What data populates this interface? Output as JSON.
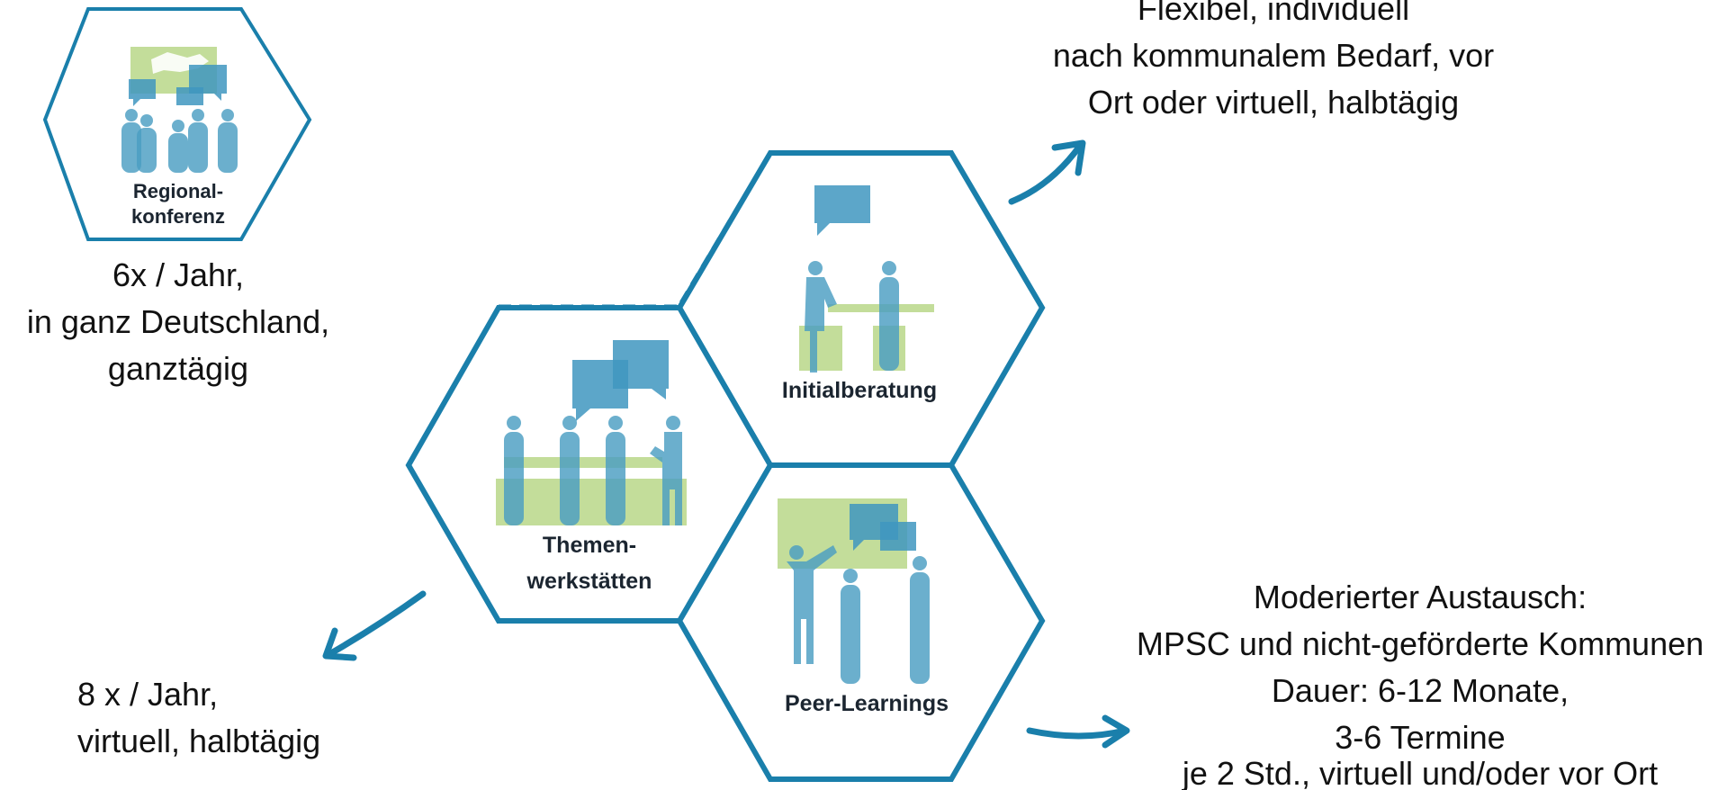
{
  "colors": {
    "hex_stroke": "#1a7fab",
    "figure_blue": "#4a9ec2",
    "board_green": "#bcd98f",
    "text": "#111111"
  },
  "hexagons": {
    "regional": {
      "label_line1": "Regional-",
      "label_line2": "konferenz",
      "icon": "conference-group-icon"
    },
    "initial": {
      "label": "Initialberatung",
      "icon": "consultation-icon"
    },
    "themen": {
      "label_line1": "Themen-",
      "label_line2": "werkstätten",
      "icon": "workshop-table-icon"
    },
    "peer": {
      "label": "Peer-Learnings",
      "icon": "presentation-icon"
    }
  },
  "descriptions": {
    "regional": [
      "6x / Jahr,",
      "in ganz Deutschland,",
      "ganztägig"
    ],
    "initial": [
      "Flexibel, individuell",
      "nach kommunalem Bedarf, vor",
      "Ort oder virtuell, halbtägig"
    ],
    "themen": [
      "8 x / Jahr,",
      "virtuell, halbtägig"
    ],
    "peer": [
      "Moderierter Austausch:",
      "MPSC und nicht-geförderte Kommunen",
      "Dauer: 6-12 Monate,",
      "3-6 Termine",
      "je 2 Std., virtuell und/oder vor Ort"
    ]
  }
}
